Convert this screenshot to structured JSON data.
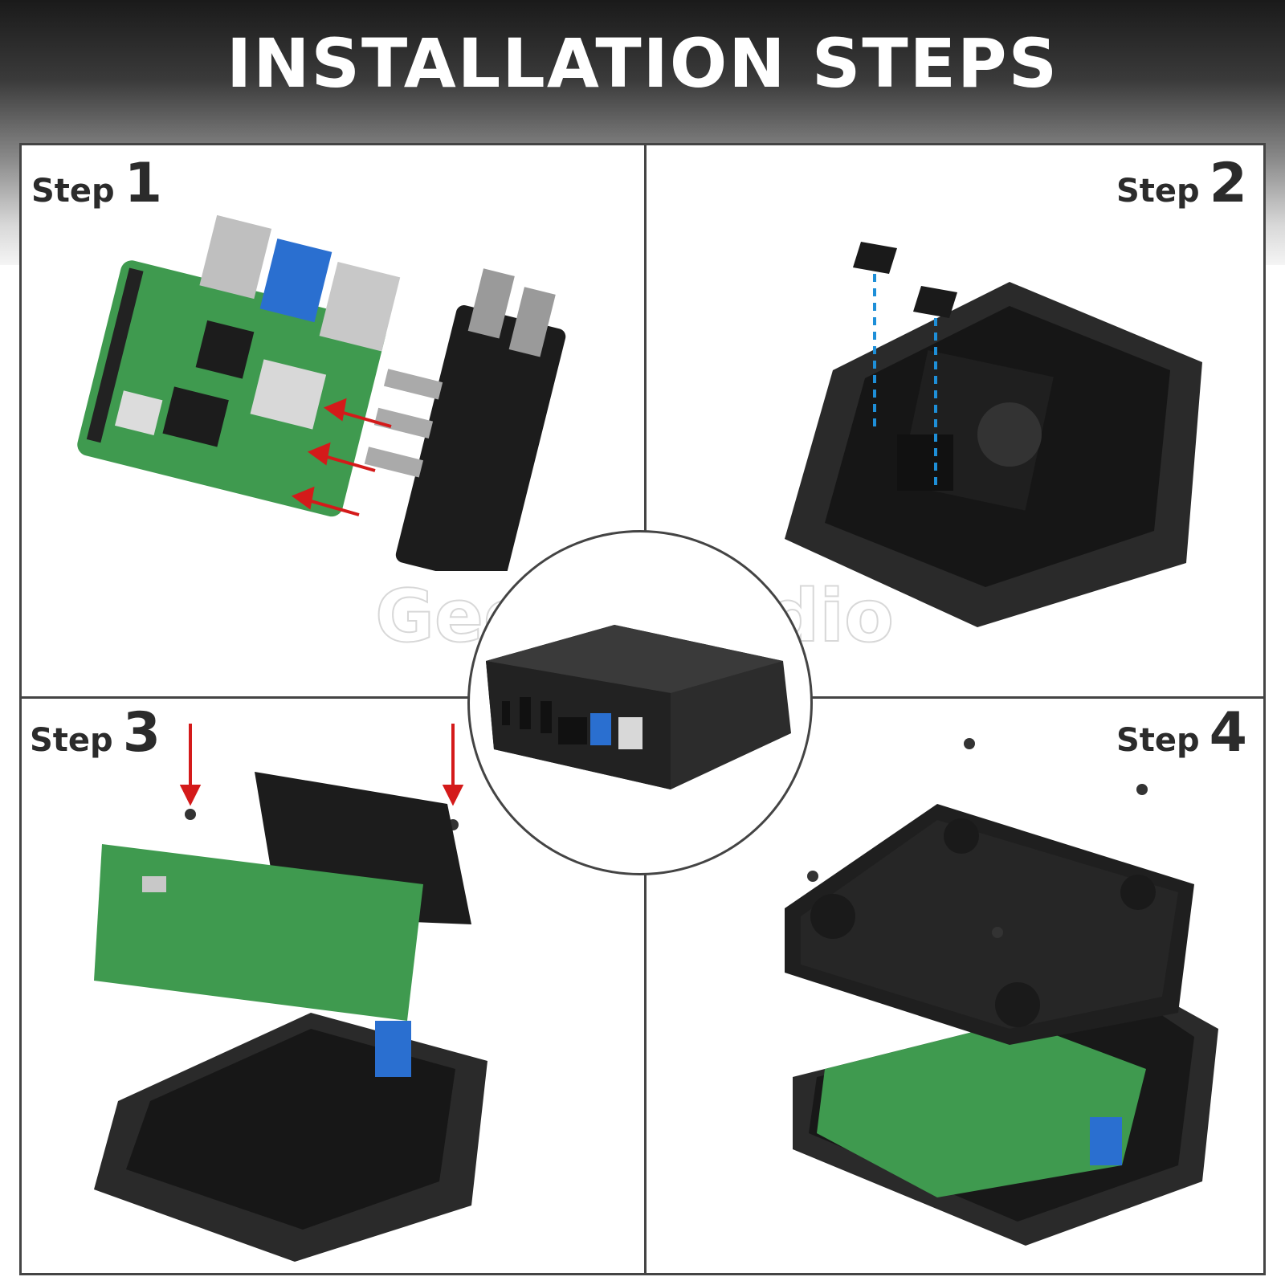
{
  "header": {
    "title": "INSTALLATION STEPS"
  },
  "steps": [
    {
      "word": "Step",
      "number": "1"
    },
    {
      "word": "Step",
      "number": "2"
    },
    {
      "word": "Step",
      "number": "3"
    },
    {
      "word": "Step",
      "number": "4"
    }
  ],
  "watermark": "GeeekStudio",
  "colors": {
    "pcb_green": "#3f9a4f",
    "case_black": "#2a2a2a",
    "arrow_red": "#d41a1a",
    "guide_blue": "#1e8fd8",
    "usb_blue": "#2a6fd0"
  }
}
